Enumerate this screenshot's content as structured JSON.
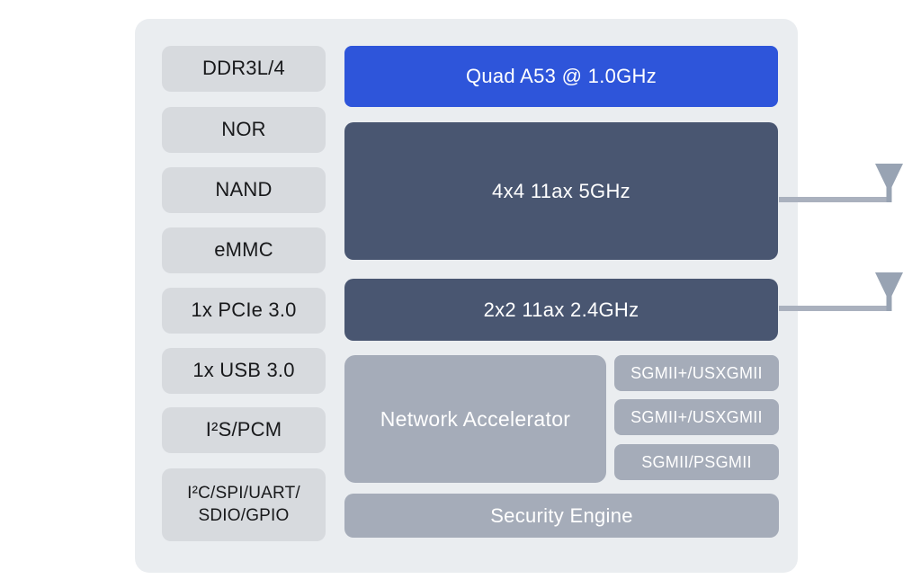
{
  "diagram": {
    "type": "soc-block-diagram",
    "colors": {
      "page_bg": "#ffffff",
      "panel_bg": "#eaedf0",
      "io_block_bg": "#d7dade",
      "io_block_text": "#18191b",
      "cpu_blue": "#2e55da",
      "radio_slate": "#495671",
      "gray_block": "#a5acb9",
      "block_text_light": "#ffffff",
      "antenna_triangle": "#98a3b3",
      "antenna_line": "#aab1be"
    },
    "left_column": {
      "items": [
        {
          "label": "DDR3L/4"
        },
        {
          "label": "NOR"
        },
        {
          "label": "NAND"
        },
        {
          "label": "eMMC"
        },
        {
          "label": "1x PCIe 3.0"
        },
        {
          "label": "1x USB 3.0"
        },
        {
          "label": "I²S/PCM"
        },
        {
          "label": "I²C/SPI/UART/\nSDIO/GPIO"
        }
      ]
    },
    "soc": {
      "cpu_label": "Quad A53 @ 1.0GHz",
      "wifi_5ghz_label": "4x4 11ax 5GHz",
      "wifi_2_4ghz_label": "2x2 11ax 2.4GHz",
      "network_accelerator_label": "Network Accelerator",
      "ethernet_interfaces": [
        {
          "label": "SGMII+/USXGMII"
        },
        {
          "label": "SGMII+/USXGMII"
        },
        {
          "label": "SGMII/PSGMII"
        }
      ],
      "security_engine_label": "Security Engine"
    },
    "antennas": {
      "count": 2,
      "attached_to": [
        "4x4 11ax 5GHz",
        "2x2 11ax 2.4GHz"
      ]
    }
  }
}
